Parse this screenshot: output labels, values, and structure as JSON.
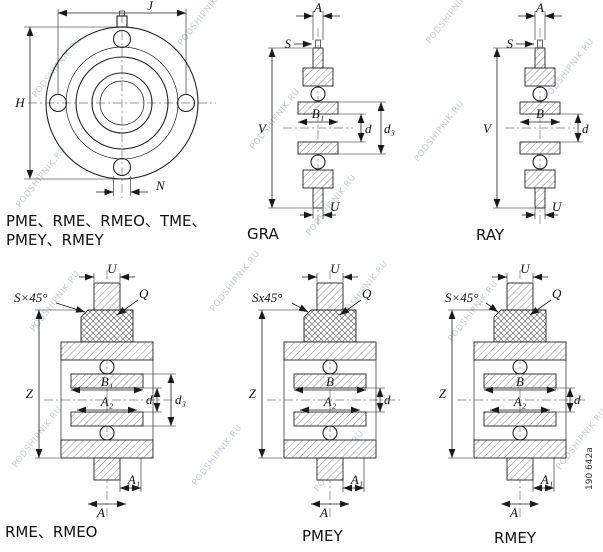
{
  "watermark": "PODSHIPNIK.RU",
  "panels": {
    "front": {
      "caption_line1": "PME、RME、RMEO、TME、",
      "caption_line2": "PMEY、RMEY",
      "dims": {
        "J": "J",
        "H": "H",
        "N": "N"
      }
    },
    "gra": {
      "caption": "GRA",
      "dims": {
        "A": "A",
        "S": "S",
        "V": "V",
        "B1": "B₁",
        "d": "d",
        "d3": "d₃",
        "U": "U"
      }
    },
    "ray": {
      "caption": "RAY",
      "dims": {
        "A": "A",
        "S": "S",
        "V": "V",
        "B": "B",
        "d": "d",
        "U": "U"
      }
    },
    "rme": {
      "caption": "RME、RMEO",
      "dims": {
        "S45": "S×45°",
        "U": "U",
        "Q": "Q",
        "Z": "Z",
        "B1": "B₁",
        "A2": "A₂",
        "d": "d",
        "d3": "d₃",
        "A1": "A₁",
        "A": "A"
      }
    },
    "pmey": {
      "caption": "PMEY",
      "dims": {
        "S45": "Sx45°",
        "U": "U",
        "Q": "Q",
        "Z": "Z",
        "B": "B",
        "A2": "A₂",
        "d": "d",
        "A1": "A₁",
        "A": "A"
      }
    },
    "rmey": {
      "caption": "RMEY",
      "dims": {
        "S45": "S×45°",
        "U": "U",
        "Q": "Q",
        "Z": "Z",
        "B": "B",
        "A2": "A₂",
        "d": "d",
        "A1": "A₁",
        "A": "A"
      },
      "drawing_number": "190 642a"
    }
  }
}
